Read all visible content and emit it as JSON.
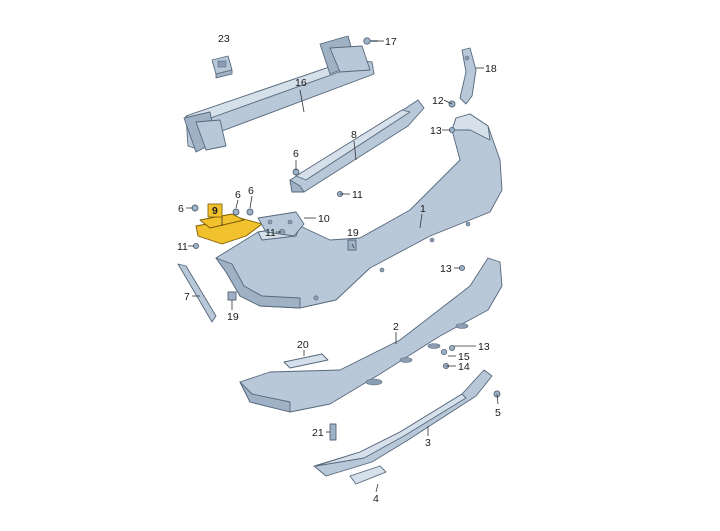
{
  "diagram": {
    "callouts": [
      "1",
      "2",
      "3",
      "4",
      "5",
      "6",
      "7",
      "8",
      "9",
      "10",
      "11",
      "12",
      "13",
      "14",
      "15",
      "16",
      "17",
      "18",
      "19",
      "20",
      "21",
      "23"
    ],
    "highlighted_callout": "9",
    "highlight_color": "#f2c12e",
    "part_color": "#b9c8d8",
    "outline_color": "#56687c"
  }
}
